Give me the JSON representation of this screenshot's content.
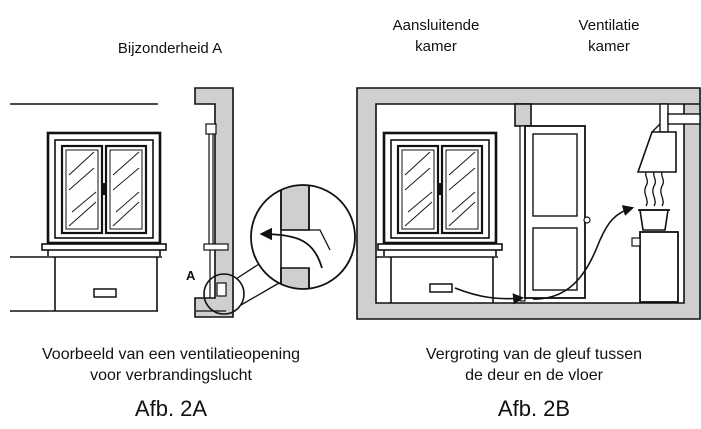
{
  "labels": {
    "detail_title": "Bijzonderheid A",
    "adjacent_room_line1": "Aansluitende",
    "adjacent_room_line2": "kamer",
    "vent_room_line1": "Ventilatie",
    "vent_room_line2": "kamer",
    "detail_marker": "A"
  },
  "captions": {
    "left_line1": "Voorbeeld van een ventilatieopening",
    "left_line2": "voor verbrandingslucht",
    "left_figure": "Afb. 2A",
    "right_line1": "Vergroting van de gleuf tussen",
    "right_line2": "de deur en de vloer",
    "right_figure": "Afb. 2B"
  },
  "colors": {
    "line": "#111111",
    "wall": "#cfcfcf",
    "background": "#ffffff"
  }
}
